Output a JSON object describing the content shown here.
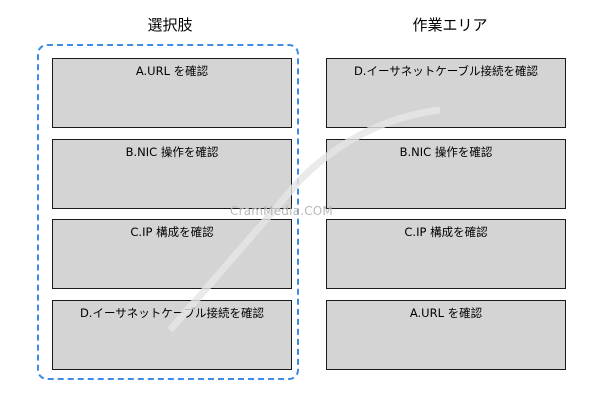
{
  "left_heading": "選択肢",
  "right_heading": "作業エリア",
  "choices": [
    {
      "label": "A.URL を確認"
    },
    {
      "label": "B.NIC 操作を確認"
    },
    {
      "label": "C.IP 構成を確認"
    },
    {
      "label": "D.イーサネットケーブル接続を確認"
    }
  ],
  "work_area": [
    {
      "label": "D.イーサネットケーブル接続を確認"
    },
    {
      "label": "B.NIC 操作を確認"
    },
    {
      "label": "C.IP 構成を確認"
    },
    {
      "label": "A.URL を確認"
    }
  ],
  "watermark": "CramMedia.COM",
  "colors": {
    "frame_border": "#3c8ce7",
    "box_fill": "#d4d4d4",
    "box_border": "#1a1a1a"
  }
}
